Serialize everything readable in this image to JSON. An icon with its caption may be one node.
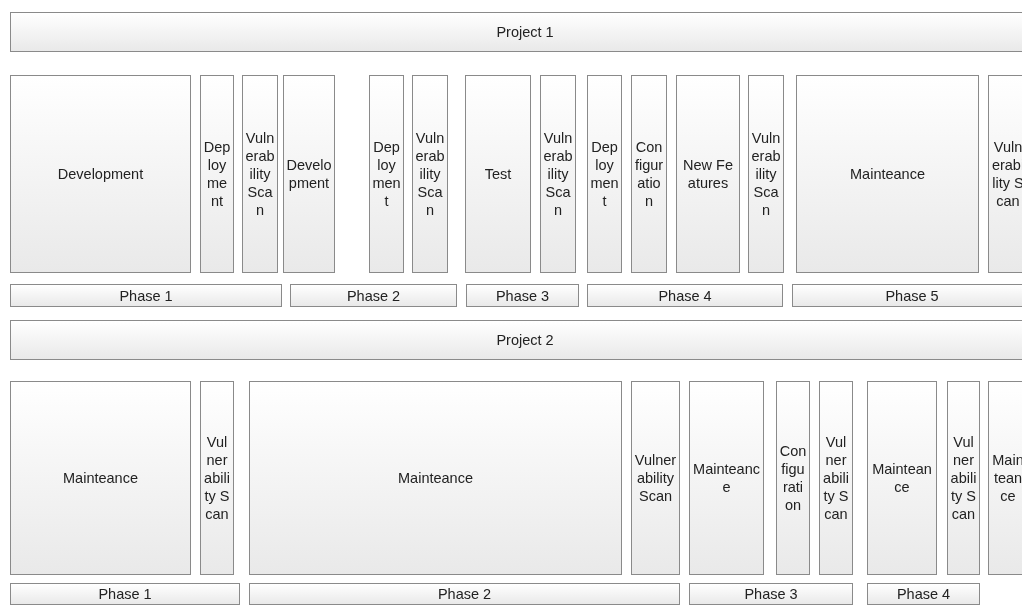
{
  "diagram": {
    "nodes": [
      {
        "text": [
          "Project 1"
        ]
      },
      {
        "text": [
          "Development"
        ]
      },
      {
        "text": [
          "Deployment"
        ]
      },
      {
        "text": [
          "Vulnerability Scan"
        ]
      },
      {
        "text": [
          "Development"
        ]
      },
      {
        "text": [
          "Deployment"
        ]
      },
      {
        "text": [
          "Vulnerability Scan"
        ]
      },
      {
        "text": [
          "Test"
        ]
      },
      {
        "text": [
          "Vulnerability Scan"
        ]
      },
      {
        "text": [
          "Deployment"
        ]
      },
      {
        "text": [
          "Configuration"
        ]
      },
      {
        "text": [
          "New Features"
        ]
      },
      {
        "text": [
          "Vulnerability Scan"
        ]
      },
      {
        "text": [
          "Mainteance"
        ]
      },
      {
        "text": [
          "Vulnerability Scan"
        ]
      },
      {
        "text": [
          "Phase 1"
        ]
      },
      {
        "text": [
          "Phase 2"
        ]
      },
      {
        "text": [
          "Phase 3"
        ]
      },
      {
        "text": [
          "Phase 4"
        ]
      },
      {
        "text": [
          "Phase 5"
        ]
      },
      {
        "text": [
          "Project 2"
        ]
      },
      {
        "text": [
          "Mainteance"
        ]
      },
      {
        "text": [
          "Vulnerability Scan"
        ]
      },
      {
        "text": [
          "Mainteance"
        ]
      },
      {
        "text": [
          "Vulnerability Scan"
        ]
      },
      {
        "text": [
          "Mainteance"
        ]
      },
      {
        "text": [
          "Configuration"
        ]
      },
      {
        "text": [
          "Vulnerability Scan"
        ]
      },
      {
        "text": [
          "Mainteance"
        ]
      },
      {
        "text": [
          "Vulnerability Scan"
        ]
      },
      {
        "text": [
          "Mainteance"
        ]
      },
      {
        "text": [
          "Phase 1"
        ]
      },
      {
        "text": [
          "Phase 2"
        ]
      },
      {
        "text": [
          "Phase 3"
        ]
      },
      {
        "text": [
          "Phase 4"
        ]
      }
    ],
    "edges": []
  }
}
